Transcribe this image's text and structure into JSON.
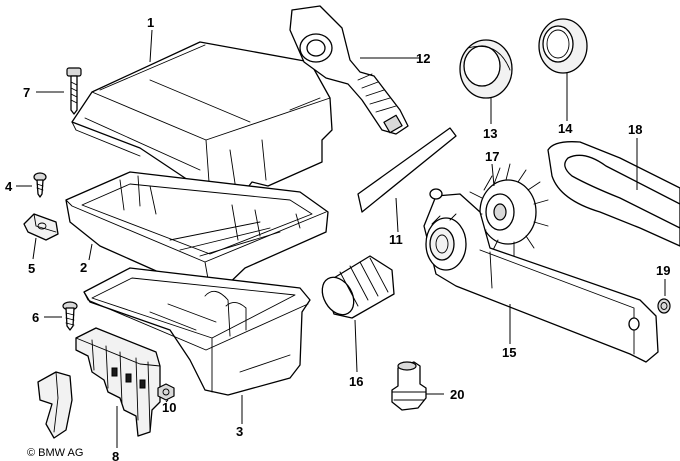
{
  "callouts": [
    {
      "id": "1",
      "label": "1"
    },
    {
      "id": "2",
      "label": "2"
    },
    {
      "id": "3",
      "label": "3"
    },
    {
      "id": "4",
      "label": "4"
    },
    {
      "id": "5",
      "label": "5"
    },
    {
      "id": "6",
      "label": "6"
    },
    {
      "id": "7",
      "label": "7"
    },
    {
      "id": "8",
      "label": "8"
    },
    {
      "id": "10",
      "label": "10"
    },
    {
      "id": "11",
      "label": "11"
    },
    {
      "id": "12",
      "label": "12"
    },
    {
      "id": "13",
      "label": "13"
    },
    {
      "id": "14",
      "label": "14"
    },
    {
      "id": "15",
      "label": "15"
    },
    {
      "id": "16",
      "label": "16"
    },
    {
      "id": "17",
      "label": "17"
    },
    {
      "id": "18",
      "label": "18"
    },
    {
      "id": "19",
      "label": "19"
    },
    {
      "id": "20",
      "label": "20"
    }
  ],
  "copyright": "© BMW AG"
}
